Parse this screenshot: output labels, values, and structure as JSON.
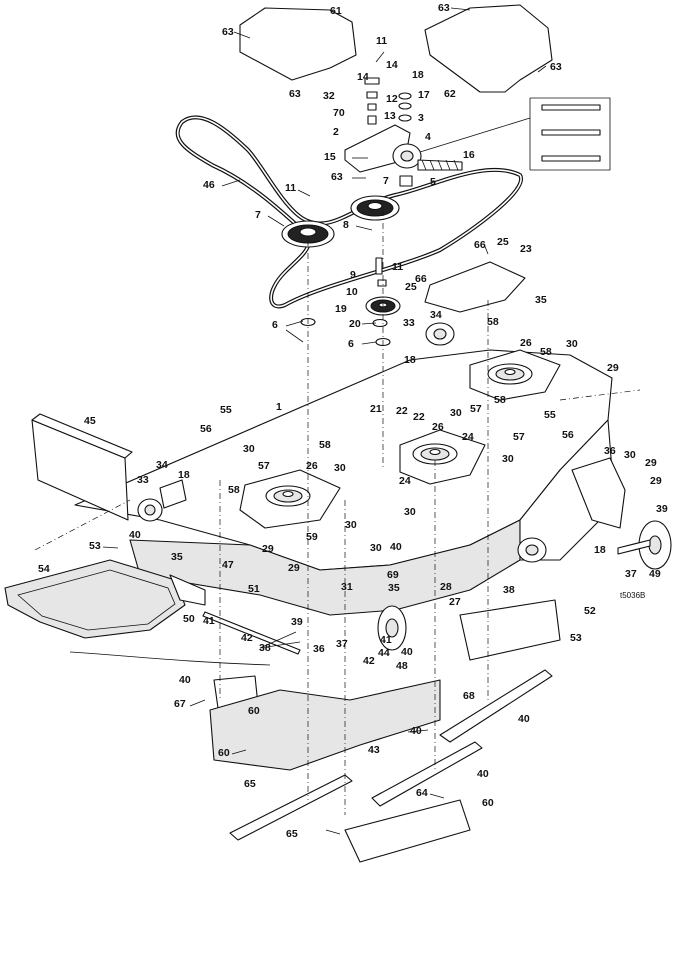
{
  "figure": {
    "reference_number": "t5036B",
    "callouts": [
      {
        "label": "61"
      },
      {
        "label": "63"
      },
      {
        "label": "63"
      },
      {
        "label": "11"
      },
      {
        "label": "14"
      },
      {
        "label": "14"
      },
      {
        "label": "63"
      },
      {
        "label": "63"
      },
      {
        "label": "62"
      },
      {
        "label": "18"
      },
      {
        "label": "32"
      },
      {
        "label": "12"
      },
      {
        "label": "17"
      },
      {
        "label": "70"
      },
      {
        "label": "13"
      },
      {
        "label": "3"
      },
      {
        "label": "2"
      },
      {
        "label": "4"
      },
      {
        "label": "16"
      },
      {
        "label": "46"
      },
      {
        "label": "15"
      },
      {
        "label": "63"
      },
      {
        "label": "5"
      },
      {
        "label": "11"
      },
      {
        "label": "7"
      },
      {
        "label": "7"
      },
      {
        "label": "8"
      },
      {
        "label": "66"
      },
      {
        "label": "25"
      },
      {
        "label": "23"
      },
      {
        "label": "9"
      },
      {
        "label": "11"
      },
      {
        "label": "66"
      },
      {
        "label": "10"
      },
      {
        "label": "25"
      },
      {
        "label": "35"
      },
      {
        "label": "19"
      },
      {
        "label": "33"
      },
      {
        "label": "34"
      },
      {
        "label": "6"
      },
      {
        "label": "20"
      },
      {
        "label": "58"
      },
      {
        "label": "6"
      },
      {
        "label": "26"
      },
      {
        "label": "30"
      },
      {
        "label": "18"
      },
      {
        "label": "58"
      },
      {
        "label": "29"
      },
      {
        "label": "45"
      },
      {
        "label": "55"
      },
      {
        "label": "1"
      },
      {
        "label": "21"
      },
      {
        "label": "22"
      },
      {
        "label": "22"
      },
      {
        "label": "30"
      },
      {
        "label": "57"
      },
      {
        "label": "58"
      },
      {
        "label": "55"
      },
      {
        "label": "56"
      },
      {
        "label": "26"
      },
      {
        "label": "24"
      },
      {
        "label": "57"
      },
      {
        "label": "56"
      },
      {
        "label": "30"
      },
      {
        "label": "57"
      },
      {
        "label": "26"
      },
      {
        "label": "30"
      },
      {
        "label": "24"
      },
      {
        "label": "36"
      },
      {
        "label": "30"
      },
      {
        "label": "29"
      },
      {
        "label": "29"
      },
      {
        "label": "58"
      },
      {
        "label": "58"
      },
      {
        "label": "34"
      },
      {
        "label": "33"
      },
      {
        "label": "18"
      },
      {
        "label": "30"
      },
      {
        "label": "30"
      },
      {
        "label": "39"
      },
      {
        "label": "59"
      },
      {
        "label": "30"
      },
      {
        "label": "53"
      },
      {
        "label": "40"
      },
      {
        "label": "35"
      },
      {
        "label": "30"
      },
      {
        "label": "40"
      },
      {
        "label": "29"
      },
      {
        "label": "18"
      },
      {
        "label": "47"
      },
      {
        "label": "31"
      },
      {
        "label": "29"
      },
      {
        "label": "69"
      },
      {
        "label": "35"
      },
      {
        "label": "28"
      },
      {
        "label": "27"
      },
      {
        "label": "38"
      },
      {
        "label": "37"
      },
      {
        "label": "49"
      },
      {
        "label": "54"
      },
      {
        "label": "51"
      },
      {
        "label": "50"
      },
      {
        "label": "41"
      },
      {
        "label": "39"
      },
      {
        "label": "37"
      },
      {
        "label": "40"
      },
      {
        "label": "52"
      },
      {
        "label": "42"
      },
      {
        "label": "36"
      },
      {
        "label": "41"
      },
      {
        "label": "44"
      },
      {
        "label": "53"
      },
      {
        "label": "38"
      },
      {
        "label": "42"
      },
      {
        "label": "48"
      },
      {
        "label": "40"
      },
      {
        "label": "68"
      },
      {
        "label": "67"
      },
      {
        "label": "60"
      },
      {
        "label": "40"
      },
      {
        "label": "40"
      },
      {
        "label": "43"
      },
      {
        "label": "60"
      },
      {
        "label": "40"
      },
      {
        "label": "65"
      },
      {
        "label": "64"
      },
      {
        "label": "60"
      },
      {
        "label": "65"
      }
    ]
  }
}
